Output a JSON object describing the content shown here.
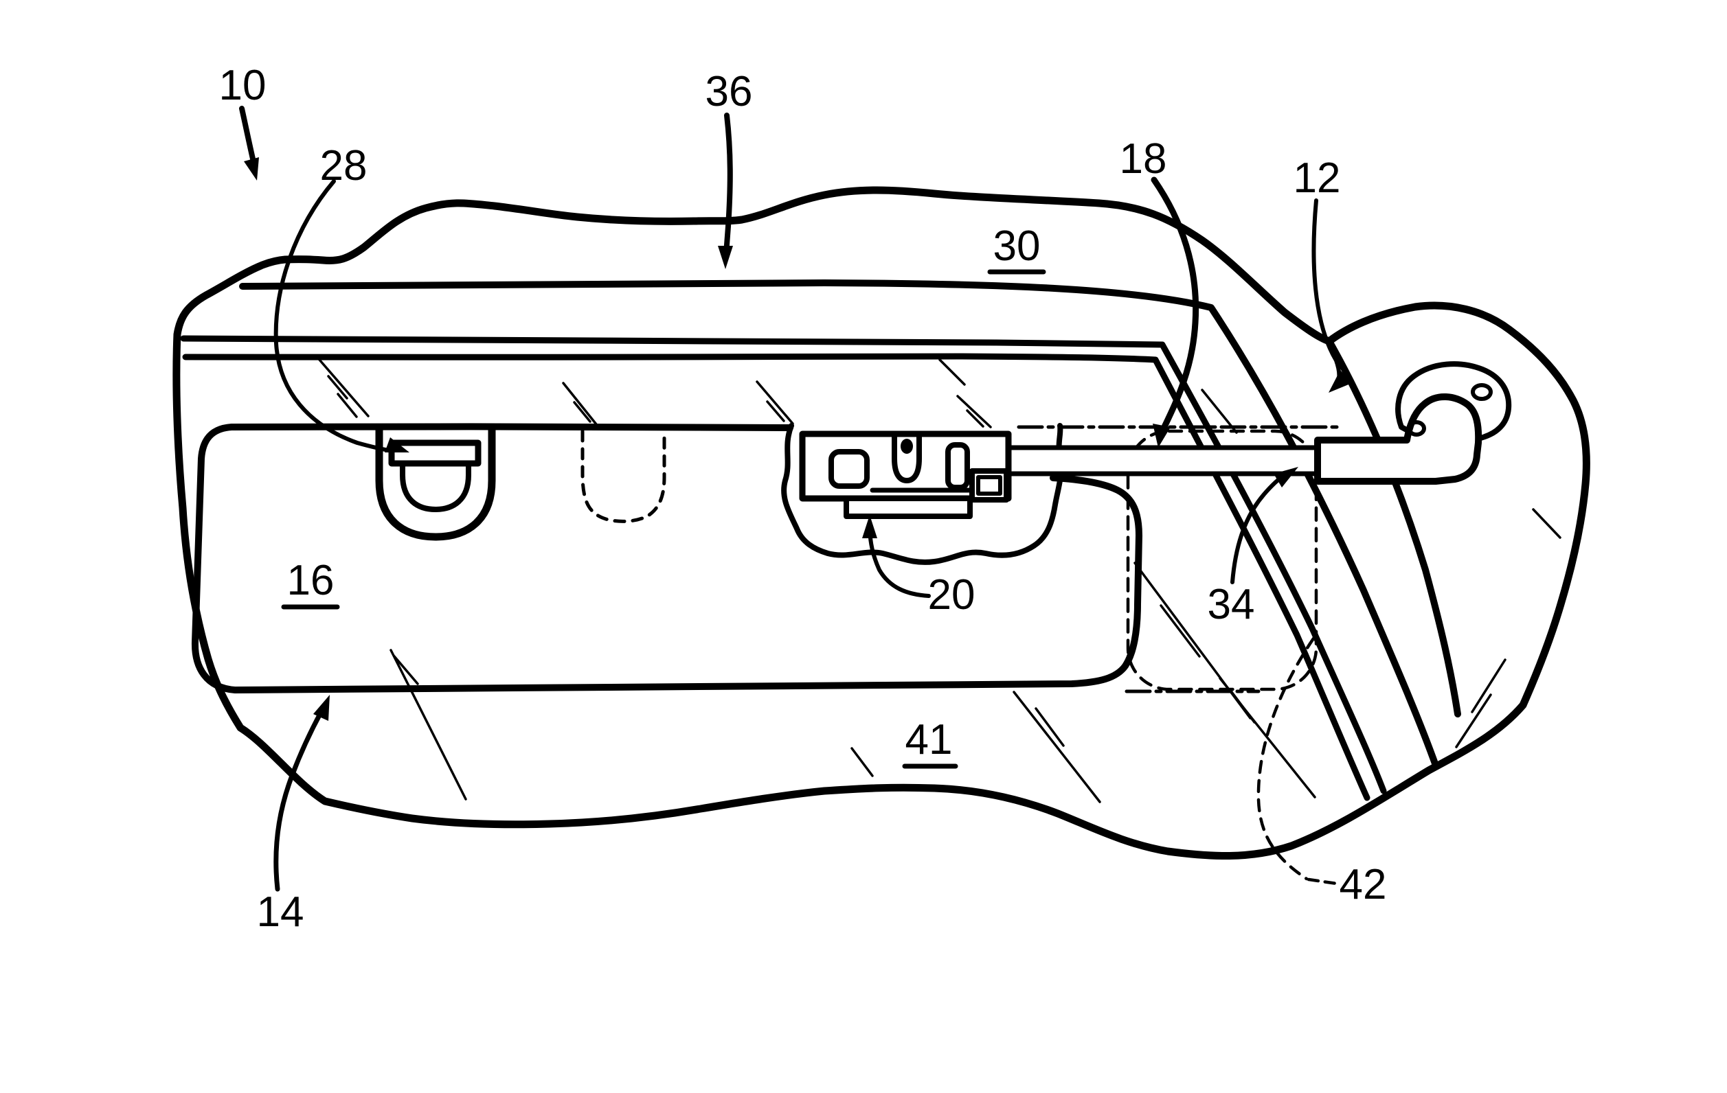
{
  "figure": {
    "kind": "patent-line-drawing",
    "paper_color": "#ffffff",
    "ink_color": "#000000",
    "labels": [
      {
        "id": "ref-10",
        "text": "10",
        "underline": false
      },
      {
        "id": "ref-36",
        "text": "36",
        "underline": false
      },
      {
        "id": "ref-18",
        "text": "18",
        "underline": false
      },
      {
        "id": "ref-12",
        "text": "12",
        "underline": false
      },
      {
        "id": "ref-28",
        "text": "28",
        "underline": false
      },
      {
        "id": "ref-30",
        "text": "30",
        "underline": true
      },
      {
        "id": "ref-16",
        "text": "16",
        "underline": true
      },
      {
        "id": "ref-20",
        "text": "20",
        "underline": false
      },
      {
        "id": "ref-34",
        "text": "34",
        "underline": false
      },
      {
        "id": "ref-41",
        "text": "41",
        "underline": true
      },
      {
        "id": "ref-42",
        "text": "42",
        "underline": false
      },
      {
        "id": "ref-14",
        "text": "14",
        "underline": false
      }
    ]
  }
}
